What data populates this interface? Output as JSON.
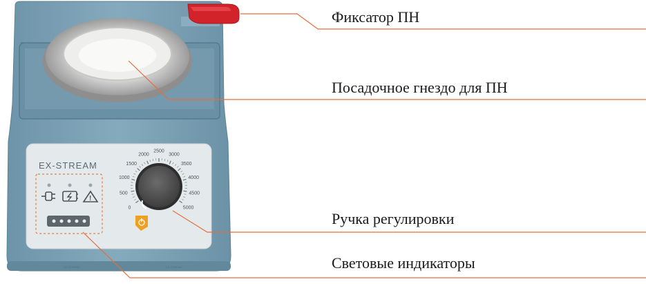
{
  "device": {
    "brand": "EX-STREAM",
    "dial_scale": [
      "0",
      "500",
      "1000",
      "1500",
      "2000",
      "2500",
      "3000",
      "3500",
      "4000",
      "4500",
      "5000"
    ],
    "bottom_marks": [
      "EX-STREAM",
      "EX-STREAM"
    ],
    "colors": {
      "body": "#7a9fb4",
      "body_dark": "#5f8497",
      "panel": "#e4e9ec",
      "dial": "#505050",
      "latch": "#d2232a",
      "power_button": "#f0a020",
      "leader": "#e66d3c"
    },
    "indicators": [
      {
        "icon": "plug-icon"
      },
      {
        "icon": "battery-charging-icon"
      },
      {
        "icon": "warning-triangle-icon",
        "symbol": "!"
      }
    ]
  },
  "labels": {
    "latch": "Фиксатор ПН",
    "socket": "Посадочное гнездо для ПН",
    "knob": "Ручка регулировки",
    "indicators": "Световые индикаторы"
  }
}
